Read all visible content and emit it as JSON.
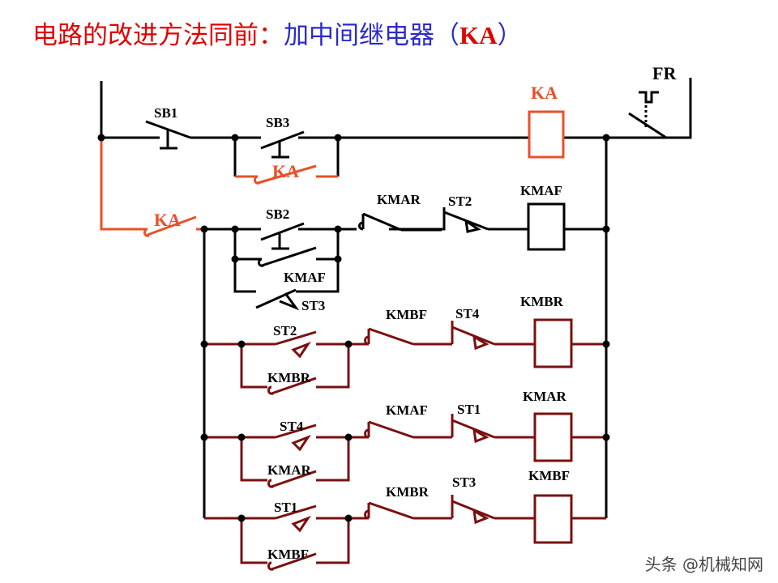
{
  "title": {
    "part1": "电路的改进方法同前：",
    "part2": "加中间继电器（",
    "part3": "KA",
    "part4": "）"
  },
  "colors": {
    "black": "#000000",
    "orange": "#e8512a",
    "maroon": "#7a1010",
    "title_red": "#e00000",
    "title_blue": "#2b2bc9"
  },
  "labels": {
    "fr": "FR",
    "sb1": "SB1",
    "sb3": "SB3",
    "ka_coil": "KA",
    "ka_hold": "KA",
    "ka_main": "KA",
    "sb2": "SB2",
    "kmar_nc1": "KMAR",
    "st2_nc1": "ST2",
    "kmaf_coil": "KMAF",
    "kmaf_hold": "KMAF",
    "st3_par": "ST3",
    "st2_par": "ST2",
    "kmbr_hold": "KMBR",
    "kmbf_nc": "KMBF",
    "st4_nc": "ST4",
    "kmbr_coil": "KMBR",
    "st4_par": "ST4",
    "kmar_hold": "KMAR",
    "kmaf_nc": "KMAF",
    "st1_nc": "ST1",
    "kmar_coil": "KMAR",
    "st1_par": "ST1",
    "kmbf_hold": "KMBF",
    "kmbr_nc": "KMBR",
    "st3_nc": "ST3",
    "kmbf_coil": "KMBF"
  },
  "watermark": "头条 @机械知网"
}
